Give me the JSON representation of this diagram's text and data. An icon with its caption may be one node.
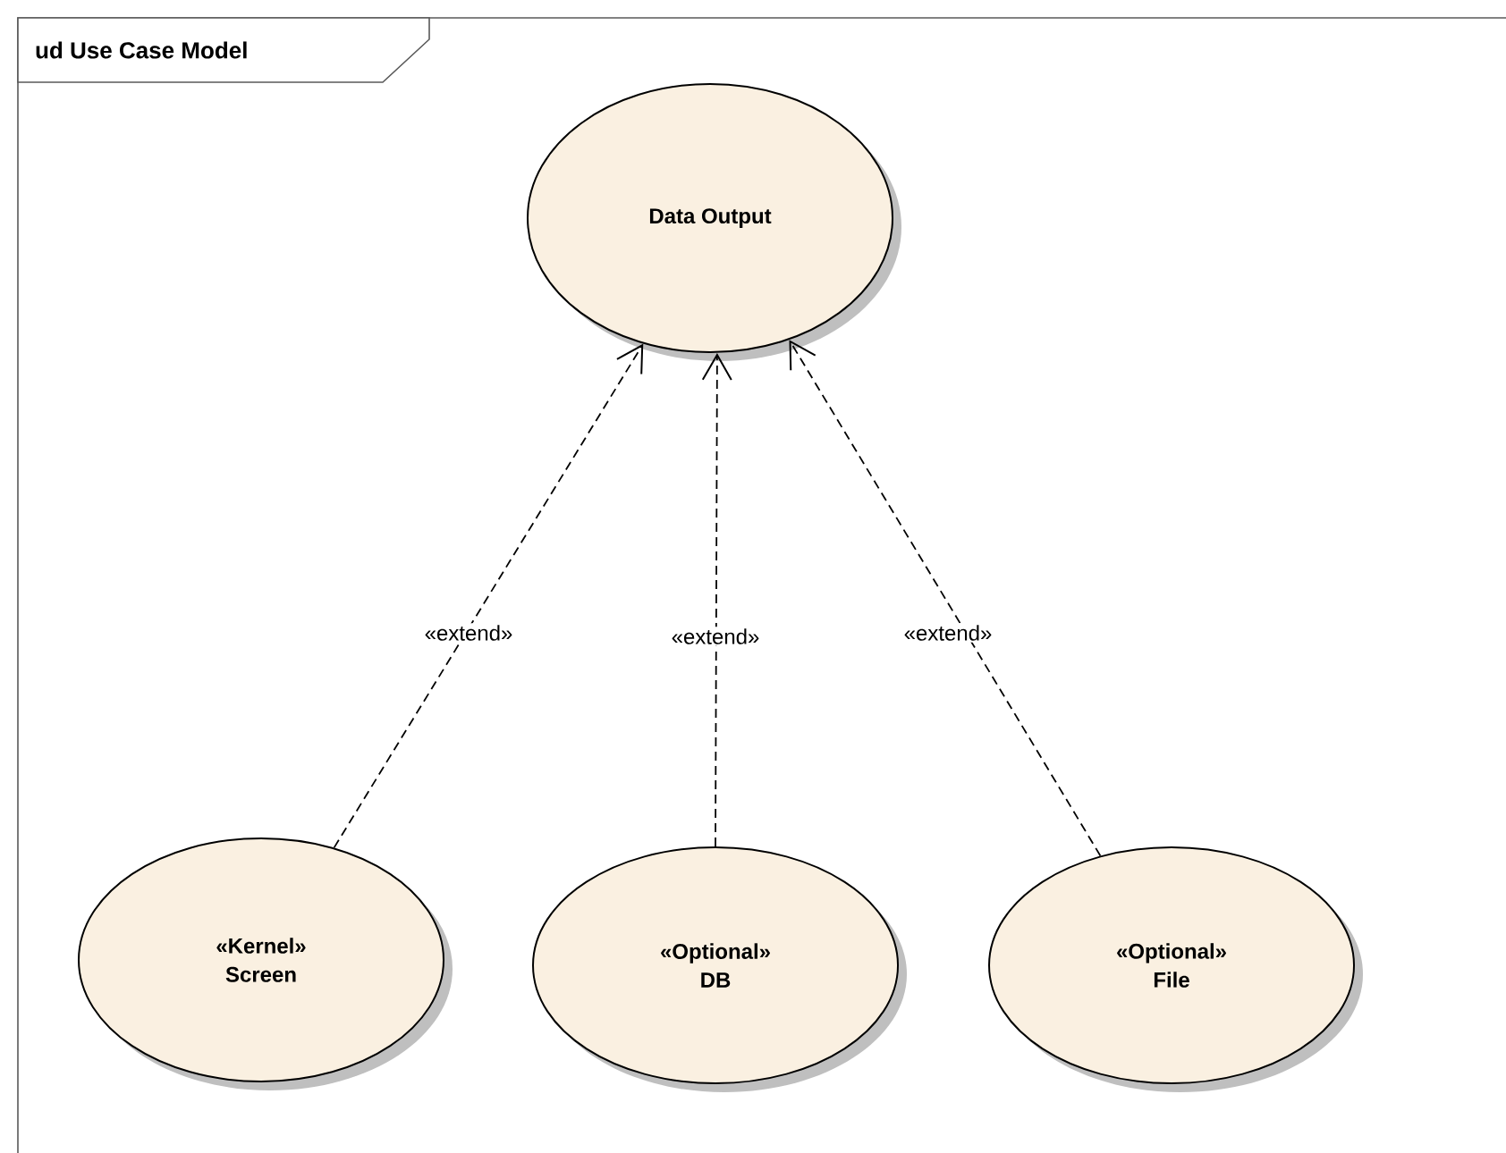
{
  "diagram": {
    "title": "ud Use Case Model",
    "nodes": [
      {
        "text": [
          "Data Output"
        ]
      },
      {
        "text": [
          "«Kernel»",
          "Screen"
        ]
      },
      {
        "text": [
          "«Optional»",
          "DB"
        ]
      },
      {
        "text": [
          "«Optional»",
          "File"
        ]
      }
    ],
    "edges": [
      {
        "from": 1,
        "to": 0,
        "arrow": "to",
        "style": "dashed",
        "label": "«extend»"
      },
      {
        "from": 2,
        "to": 0,
        "arrow": "to",
        "style": "dashed",
        "label": "«extend»"
      },
      {
        "from": 3,
        "to": 0,
        "arrow": "to",
        "style": "dashed",
        "label": "«extend»"
      }
    ]
  }
}
